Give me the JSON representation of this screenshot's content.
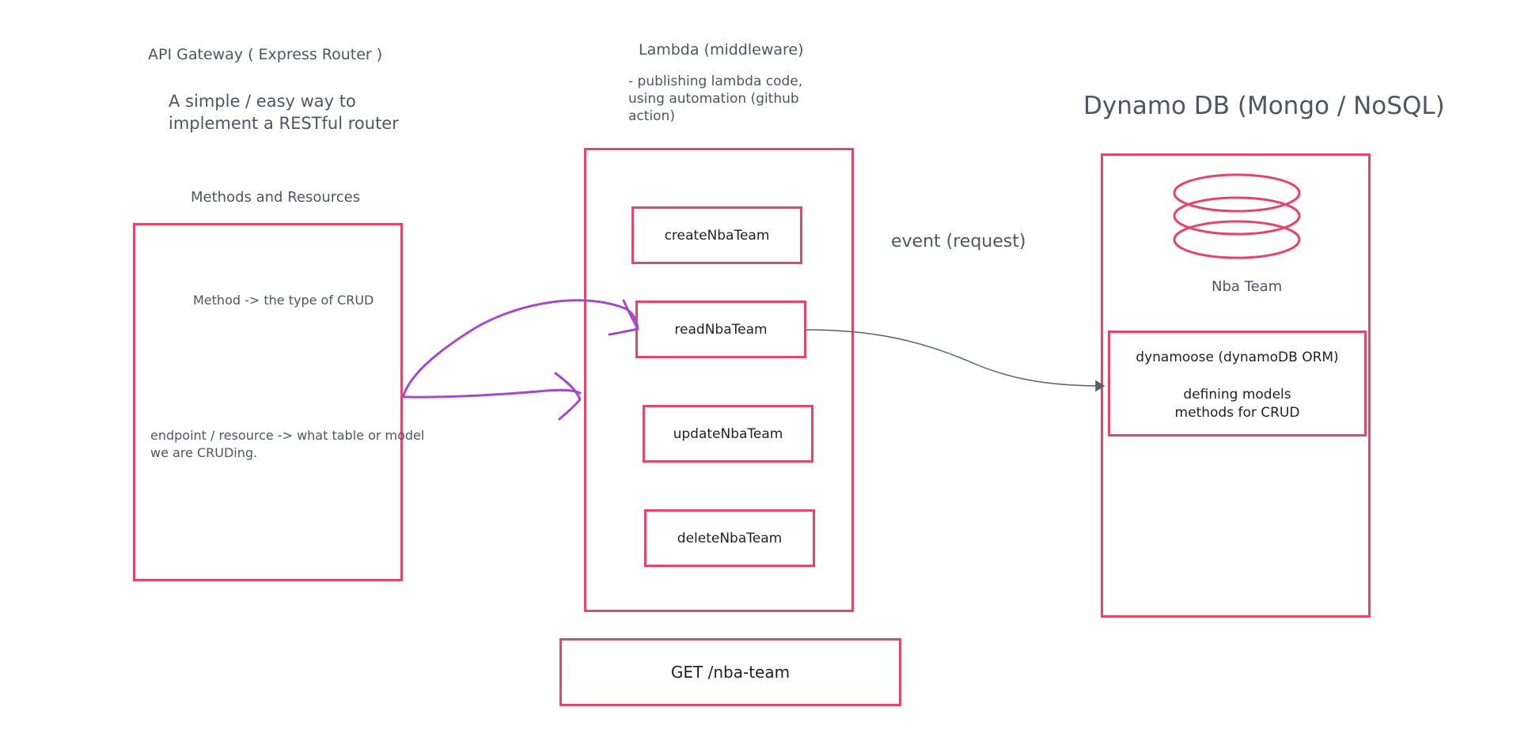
{
  "colors": {
    "box_border": "#e8446b",
    "arrow_purple": "#a64ac9",
    "arrow_gray": "#5a5e70",
    "label_text": "#4f5467",
    "box_text": "#1f1f24"
  },
  "api_gateway": {
    "title": "API Gateway ( Express Router )",
    "description_line1": "A simple / easy way to",
    "description_line2": "implement a RESTful router",
    "methods_heading": "Methods and Resources",
    "method_note": "Method -> the type of CRUD",
    "endpoint_note_line1": "endpoint / resource -> what table or model",
    "endpoint_note_line2": "we are CRUDing."
  },
  "lambda": {
    "title": "Lambda (middleware)",
    "note_line1": "- publishing lambda code,",
    "note_line2": "using automation (github",
    "note_line3": "action)",
    "functions": [
      {
        "label": "createNbaTeam"
      },
      {
        "label": "readNbaTeam"
      },
      {
        "label": "updateNbaTeam"
      },
      {
        "label": "deleteNbaTeam"
      }
    ]
  },
  "request": {
    "label": "GET /nba-team"
  },
  "event_label": "event (request)",
  "dynamo": {
    "title": "Dynamo DB (Mongo / NoSQL)",
    "db_icon": "database-icon",
    "table_label": "Nba Team",
    "orm_line1": "dynamoose (dynamoDB ORM)",
    "orm_line2": "defining models",
    "orm_line3": "methods for CRUD"
  }
}
